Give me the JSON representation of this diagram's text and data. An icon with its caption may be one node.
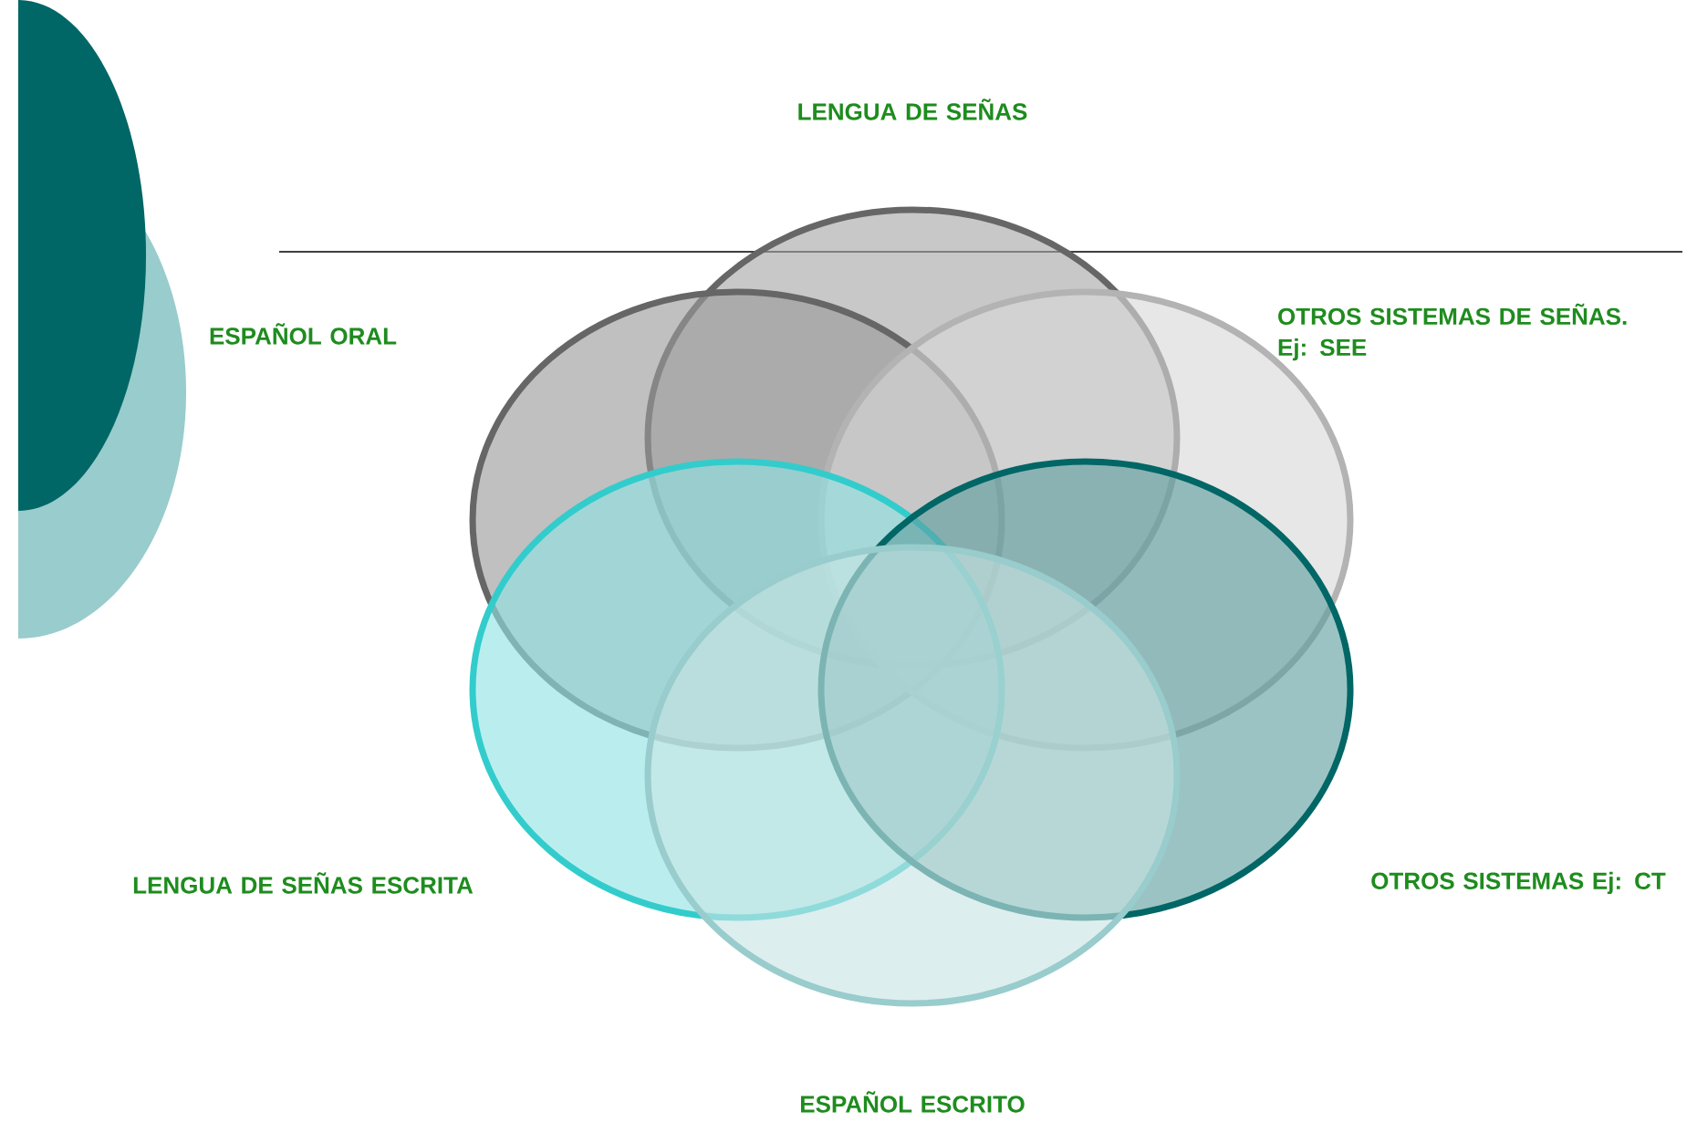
{
  "diagram": {
    "nodes": [
      {
        "text": [
          "LENGUA DE SEÑAS"
        ]
      },
      {
        "text": [
          "ESPAÑOL ORAL"
        ]
      },
      {
        "text": [
          "OTROS SISTEMAS DE SEÑAS. Ej: SEE"
        ]
      },
      {
        "text": [
          "LENGUA DE SEÑAS ESCRITA"
        ]
      },
      {
        "text": [
          "OTROS SISTEMAS Ej: CT"
        ]
      },
      {
        "text": [
          "ESPAÑOL ESCRITO"
        ]
      }
    ]
  }
}
